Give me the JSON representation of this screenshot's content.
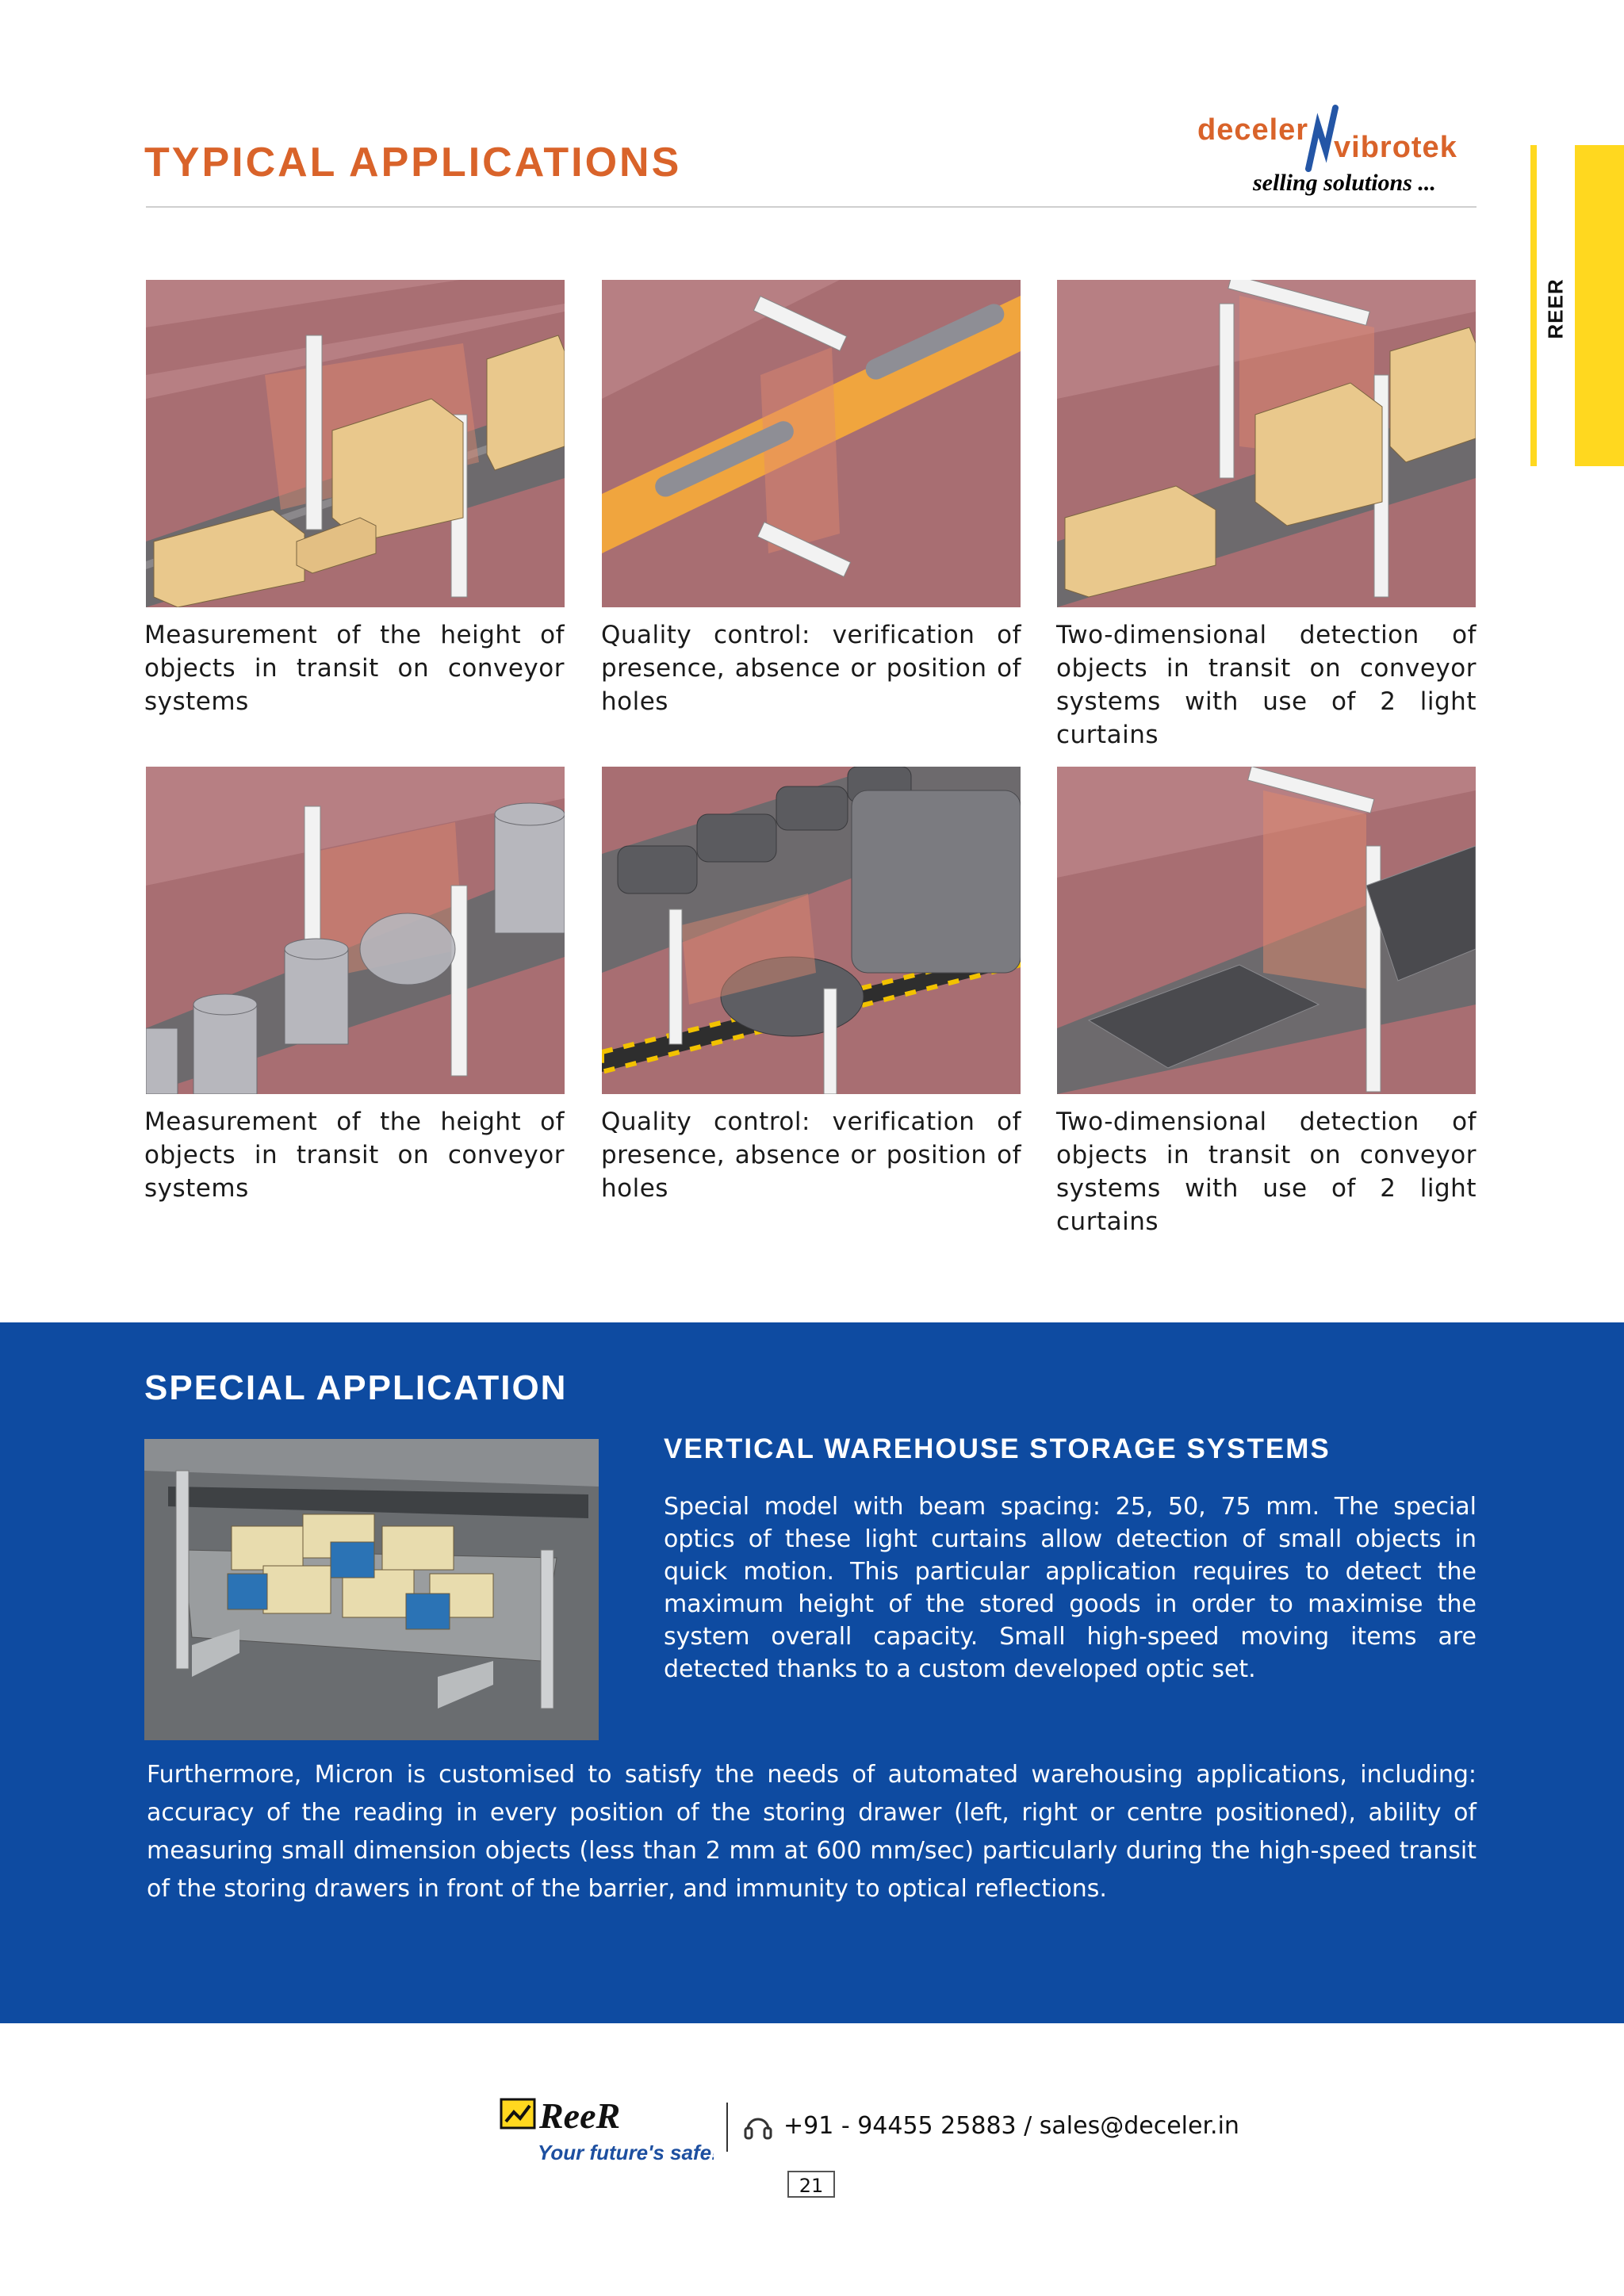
{
  "header": {
    "title": "TYPICAL APPLICATIONS",
    "logo_left": "deceler",
    "logo_right": "vibrotek",
    "logo_tagline": "selling solutions ...",
    "side_tab": "REER"
  },
  "applications": [
    {
      "caption": "Measurement of the height of objects in transit on conveyor systems",
      "image": "boxes-height-conveyor"
    },
    {
      "caption": "Quality control: verification of presence, absence or position of holes",
      "image": "holes-strip-rollers"
    },
    {
      "caption": "Two-dimensional detection of objects in transit on conveyor systems with use of 2 light curtains",
      "image": "boxes-two-curtains"
    },
    {
      "caption": "Measurement of the height of objects in transit on conveyor systems",
      "image": "drums-height-conveyor"
    },
    {
      "caption": "Quality control: verification of presence, absence or position of holes",
      "image": "vehicles-presence"
    },
    {
      "caption": "Two-dimensional detection of objects in transit on conveyor systems with use of 2 light curtains",
      "image": "panels-two-curtains"
    }
  ],
  "special": {
    "title": "SPECIAL APPLICATION",
    "subtitle": "VERTICAL WAREHOUSE STORAGE SYSTEMS",
    "paragraph1": "Special model with beam spacing: 25, 50, 75 mm. The special optics of these light curtains allow detection of small objects in quick motion. This particular application requires to detect the maximum height of the stored goods in order to maximise the system overall capacity. Small high-speed moving items are detected thanks to a custom developed optic set.",
    "paragraph2": "Furthermore, Micron is customised to satisfy the needs of automated warehousing applications, including: accuracy of the reading in every position of the storing drawer (left, right or centre positioned), ability of measuring small dimension objects (less than 2 mm at 600 mm/sec) particularly during the high-speed transit of the storing drawers in front of the barrier, and immunity to optical reflections."
  },
  "footer": {
    "brand": "ReeR",
    "brand_tagline": "Your future's safe!",
    "contact": "+91 - 94455 25883 / sales@deceler.in",
    "page_number": "21"
  },
  "colors": {
    "title_orange": "#d9632a",
    "band_blue": "#0e4ba1",
    "tab_yellow": "#ffd81f"
  }
}
